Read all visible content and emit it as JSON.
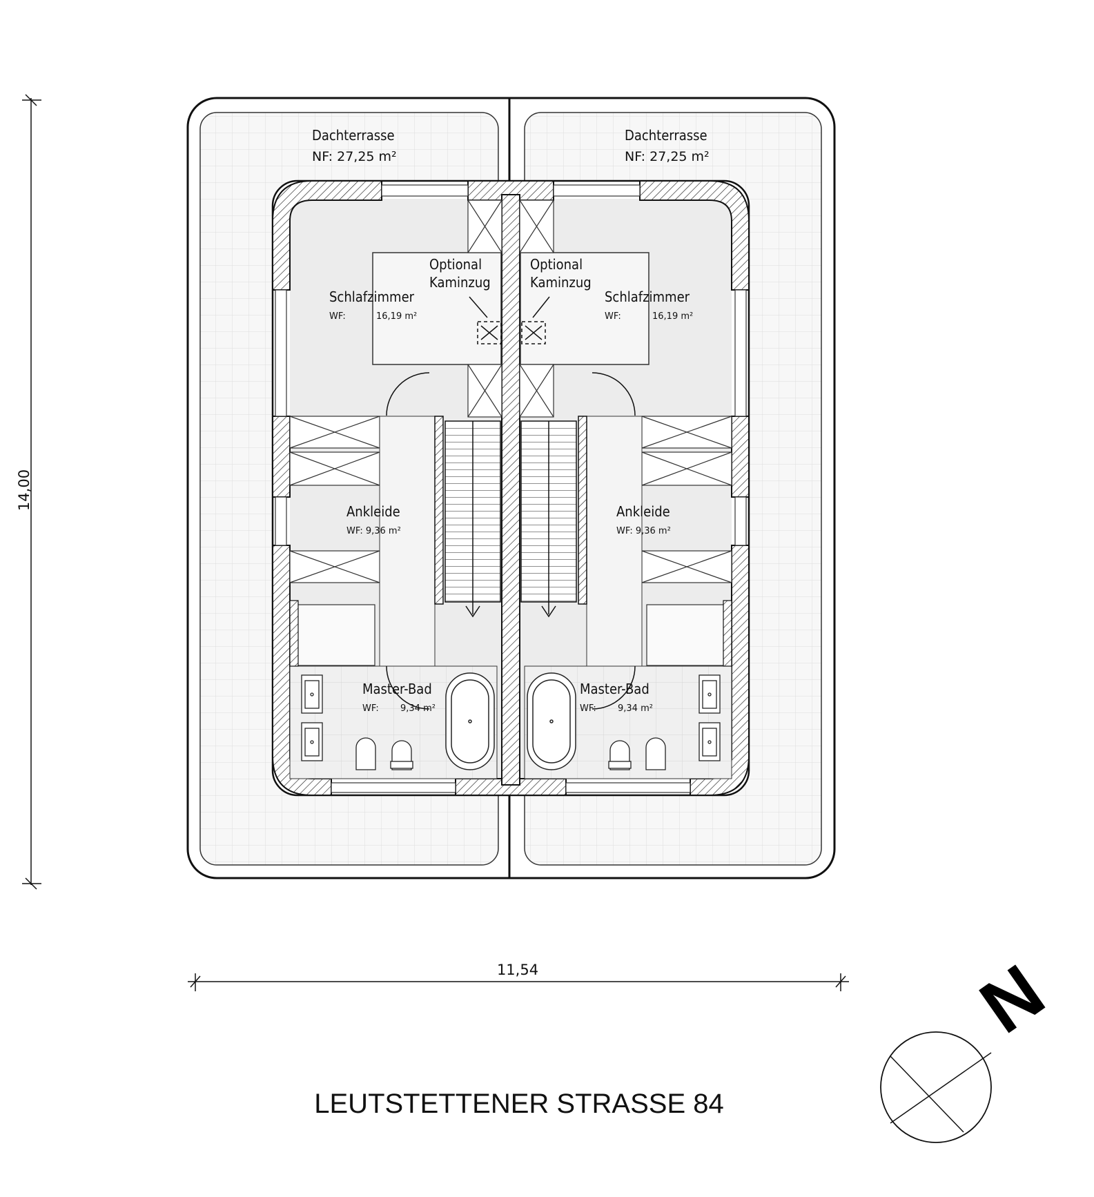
{
  "drawing": {
    "address": "LEUTSTETTENER STRASSE 84",
    "dimension_width": "11,54",
    "dimension_height": "14,00",
    "north_label": "N"
  },
  "units": [
    {
      "terrace": {
        "name": "Dachterrasse",
        "area": "NF: 27,25  m²"
      },
      "bedroom": {
        "name": "Schlafzimmer",
        "area_label": "WF:",
        "area_value": "16,19  m²"
      },
      "chimney": {
        "line1": "Optional",
        "line2": "Kaminzug"
      },
      "dressing": {
        "name": "Ankleide",
        "area": "WF: 9,36  m²"
      },
      "bath": {
        "name": "Master-Bad",
        "area_label": "WF:",
        "area_value": "9,34  m²"
      }
    },
    {
      "terrace": {
        "name": "Dachterrasse",
        "area": "NF: 27,25  m²"
      },
      "bedroom": {
        "name": "Schlafzimmer",
        "area_label": "WF:",
        "area_value": "16,19  m²"
      },
      "chimney": {
        "line1": "Optional",
        "line2": "Kaminzug"
      },
      "dressing": {
        "name": "Ankleide",
        "area": "WF: 9,36  m²"
      },
      "bath": {
        "name": "Master-Bad",
        "area_label": "WF:",
        "area_value": "9,34  m²"
      }
    }
  ]
}
